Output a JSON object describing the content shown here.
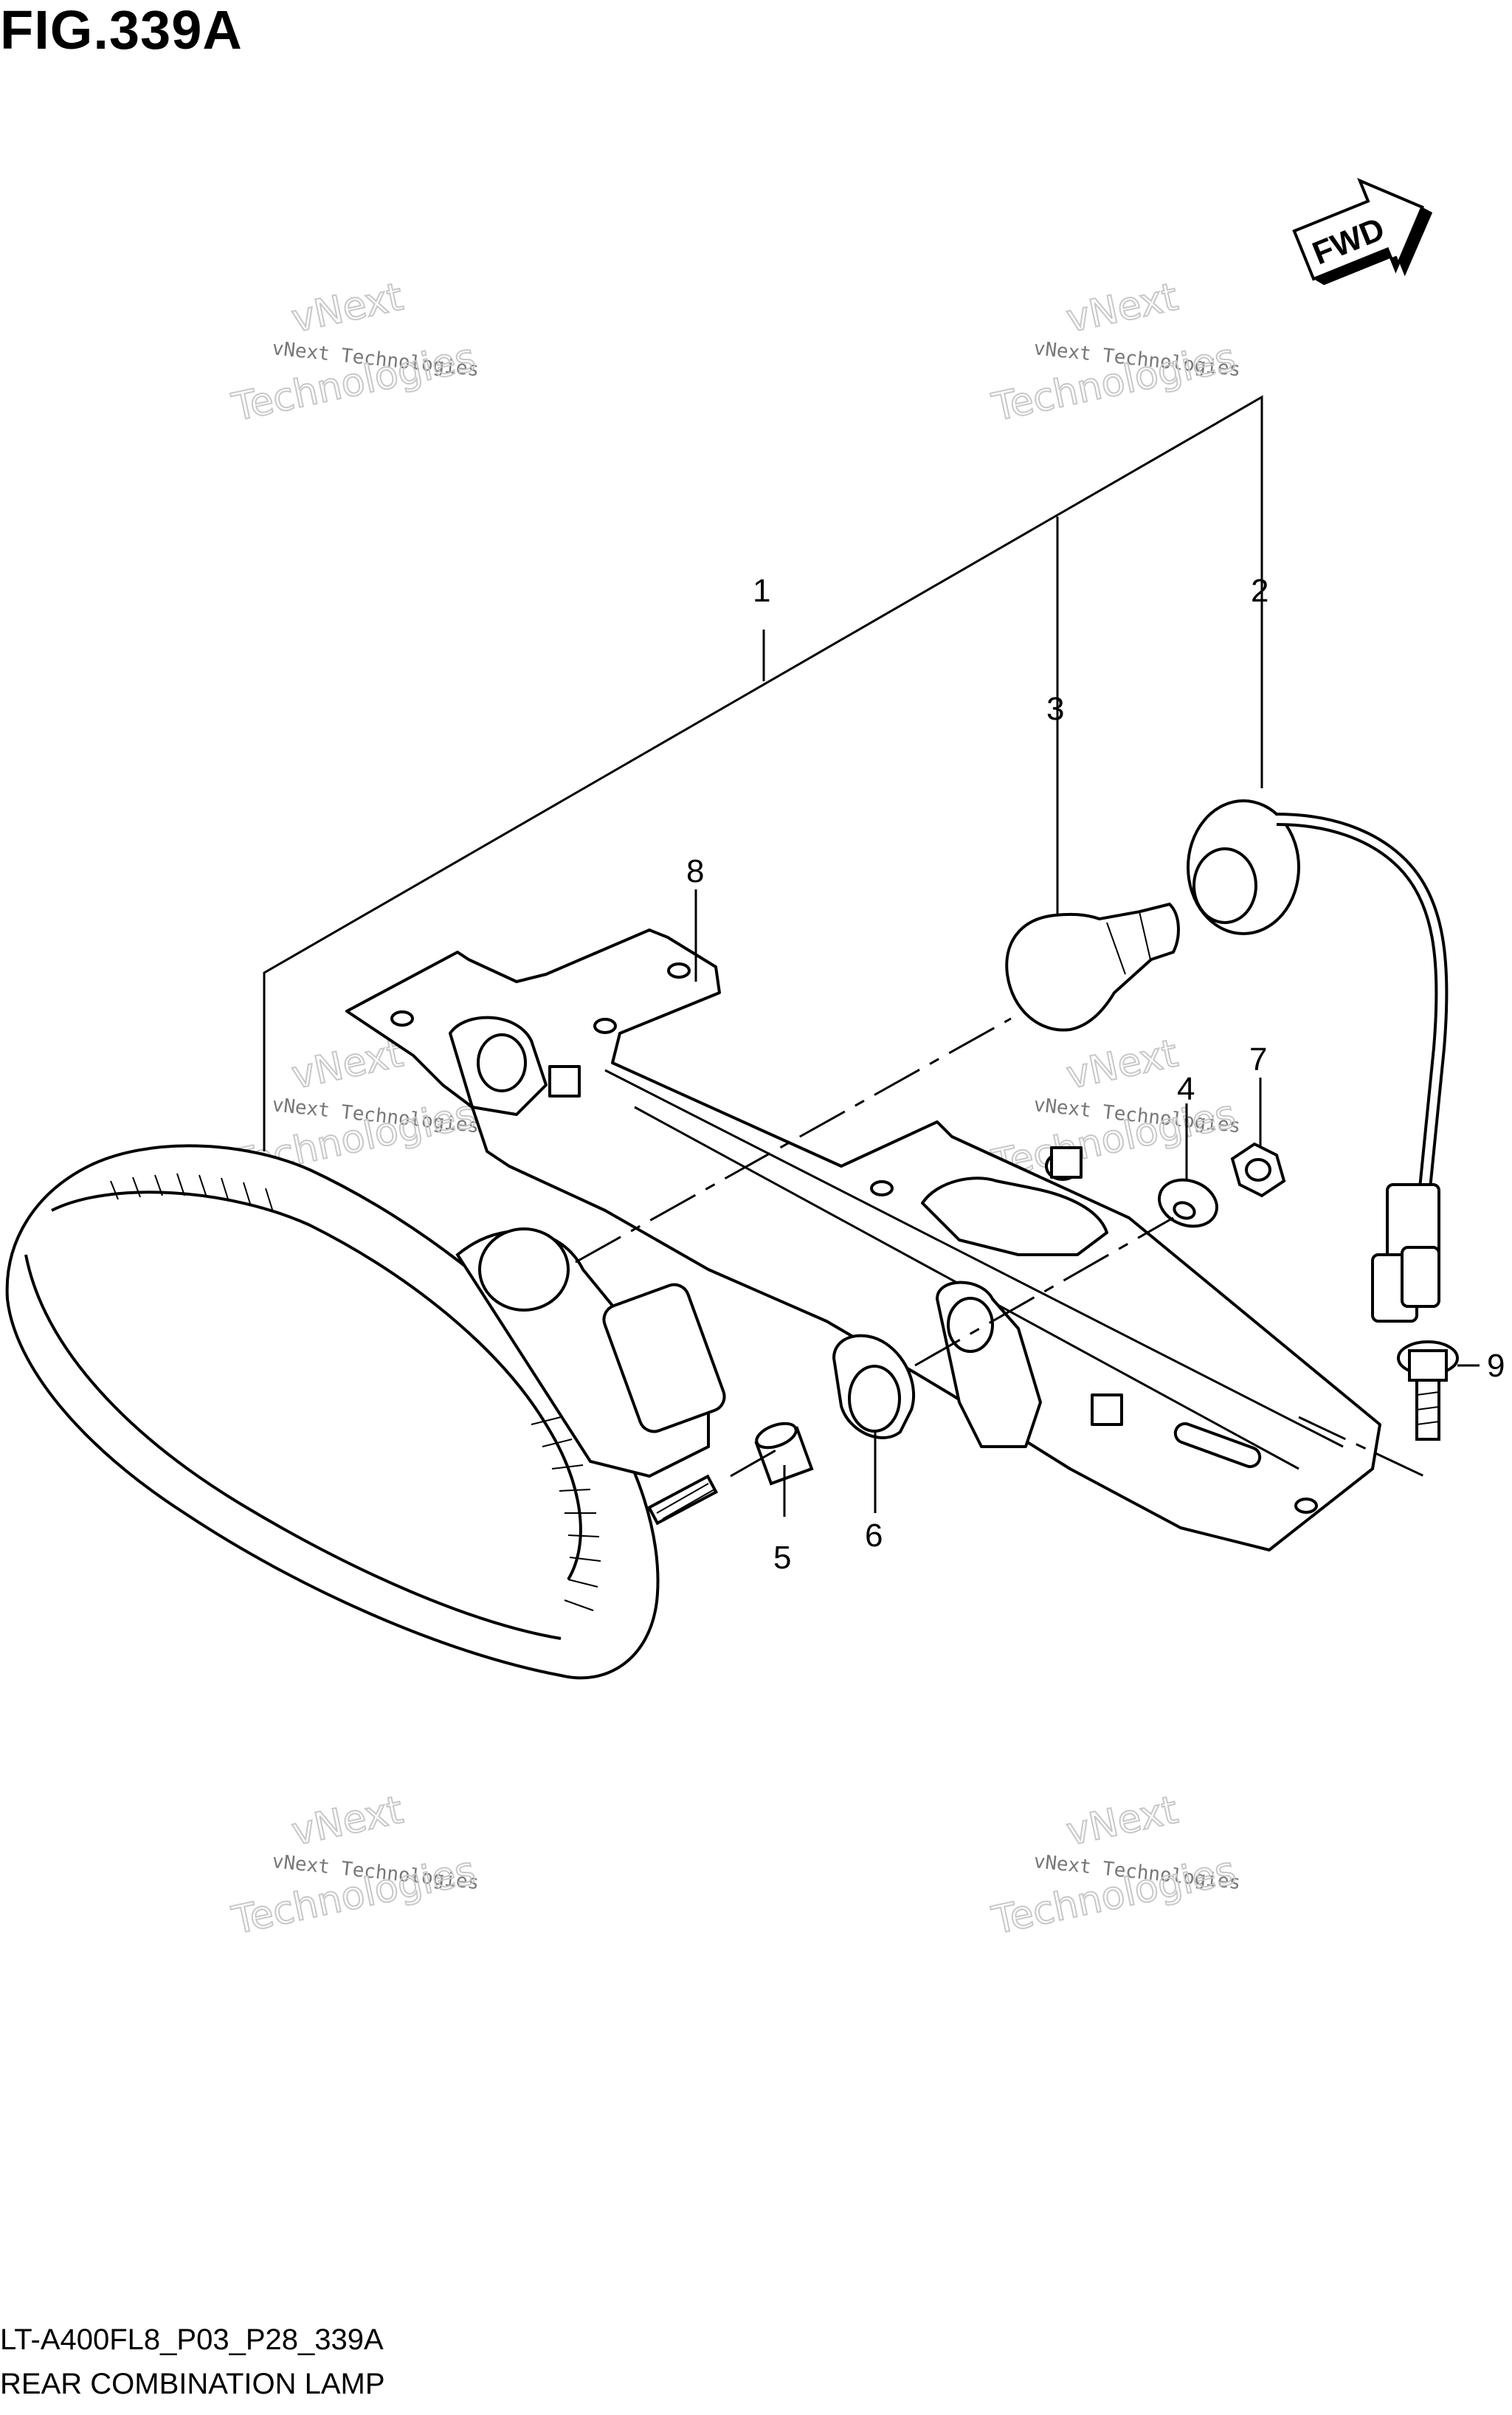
{
  "figure": {
    "title": "FIG.339A",
    "code": "LT-A400FL8_P03_P28_339A",
    "name": "REAR COMBINATION LAMP"
  },
  "direction_badge": "FWD",
  "callouts": [
    "1",
    "2",
    "3",
    "4",
    "5",
    "6",
    "7",
    "8",
    "9"
  ],
  "watermark": {
    "line1": "vNext Technologies",
    "line2": "vNext",
    "line3": "Technologies"
  }
}
